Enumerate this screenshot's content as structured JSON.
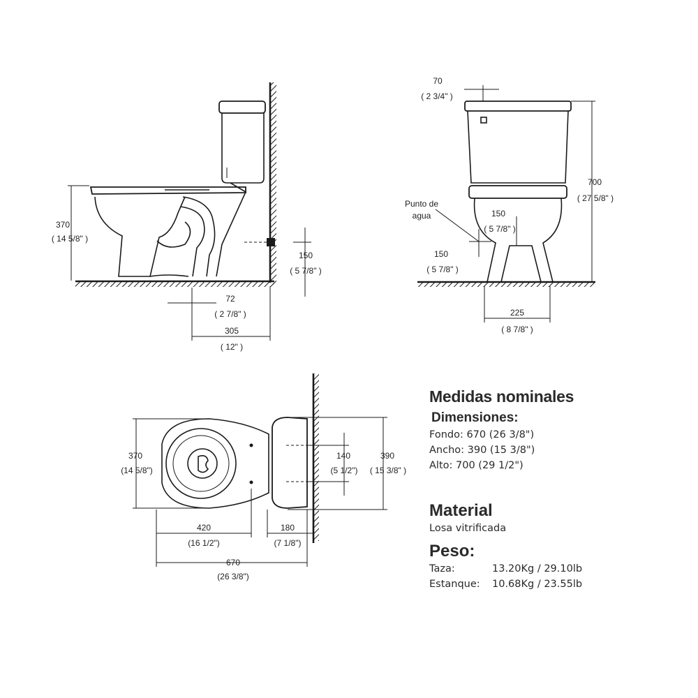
{
  "side_view": {
    "height_mm": "370",
    "height_in": "( 14 5/8\" )",
    "inlet_mm": "150",
    "inlet_in": "( 5 7/8\" )",
    "offset_mm": "72",
    "offset_in": "( 2 7/8\" )",
    "rough_mm": "305",
    "rough_in": "( 12\" )"
  },
  "front_view": {
    "top_mm": "70",
    "top_in": "( 2 3/4\" )",
    "total_mm": "700",
    "total_in": "( 27 5/8\" )",
    "water_label_1": "Punto de",
    "water_label_2": "agua",
    "water_side_mm": "150",
    "water_side_in": "( 5 7/8\" )",
    "water_low_mm": "150",
    "water_low_in": "( 5 7/8\" )",
    "base_mm": "225",
    "base_in": "( 8 7/8\" )"
  },
  "top_view": {
    "width_mm": "370",
    "width_in": "(14 5/8\")",
    "bolt_mm": "140",
    "bolt_in": "(5 1/2\")",
    "tank_mm": "390",
    "tank_in": "( 15 3/8\" )",
    "bowl_mm": "420",
    "bowl_in": "(16 1/2\")",
    "tank_depth_mm": "180",
    "tank_depth_in": "(7 1/8\")",
    "length_mm": "670",
    "length_in": "(26 3/8\")"
  },
  "specs": {
    "title": "Medidas nominales",
    "dims_heading": "Dimensiones:",
    "fondo": "Fondo: 670 (26 3/8\")",
    "ancho": "Ancho: 390 (15 3/8\")",
    "alto": "Alto: 700 (29 1/2\")",
    "material_heading": "Material",
    "material_value": "Losa vitrificada",
    "weight_heading": "Peso:",
    "taza_label": "Taza:",
    "taza_value": "13.20Kg / 29.10lb",
    "estanque_label": "Estanque:",
    "estanque_value": "10.68Kg / 23.55lb"
  }
}
